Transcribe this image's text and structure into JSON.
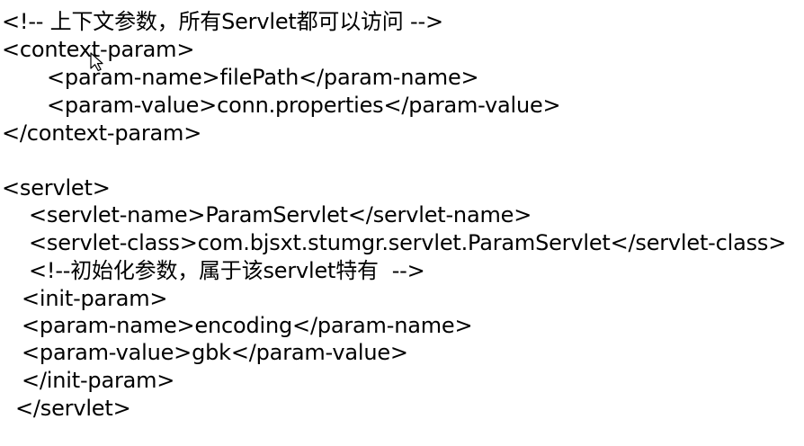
{
  "document": {
    "lines": [
      "<!-- 上下文参数，所有Servlet都可以访问 -->",
      "<context-param>",
      "<param-name>filePath</param-name>",
      "<param-value>conn.properties</param-value>",
      "</context-param>",
      "<servlet>",
      "<servlet-name>ParamServlet</servlet-name>",
      "<servlet-class>com.bjsxt.stumgr.servlet.ParamServlet</servlet-class>",
      "<!--初始化参数，属于该servlet特有  -->",
      "<init-param>",
      "<param-name>encoding</param-name>",
      "<param-value>gbk</param-value>",
      "</init-param>",
      "</servlet>"
    ]
  },
  "icons": {
    "cursor": "mouse-pointer-icon"
  }
}
